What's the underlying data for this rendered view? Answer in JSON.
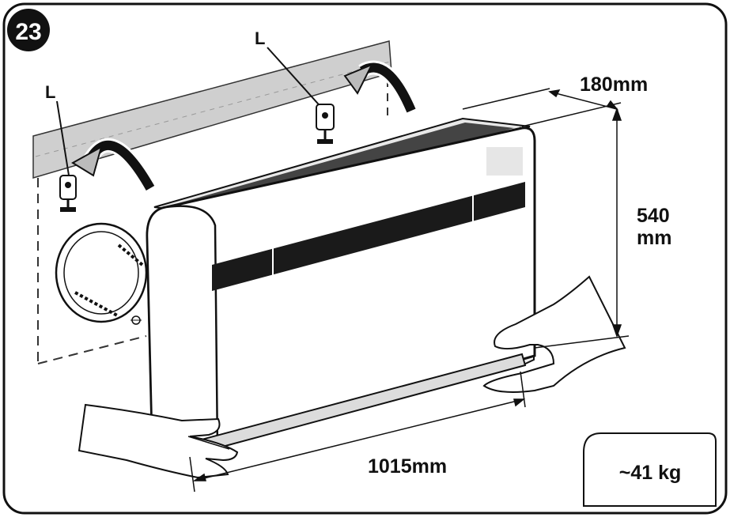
{
  "step": {
    "number": "23"
  },
  "bracket_labels": {
    "left": "L",
    "right": "L"
  },
  "dimensions": {
    "depth": "180mm",
    "height_value": "540",
    "height_unit": "mm",
    "width": "1015mm"
  },
  "weight": {
    "text": "~41 kg"
  },
  "colors": {
    "outline": "#111111",
    "wall": "#cccccc",
    "grille": "#222222"
  }
}
